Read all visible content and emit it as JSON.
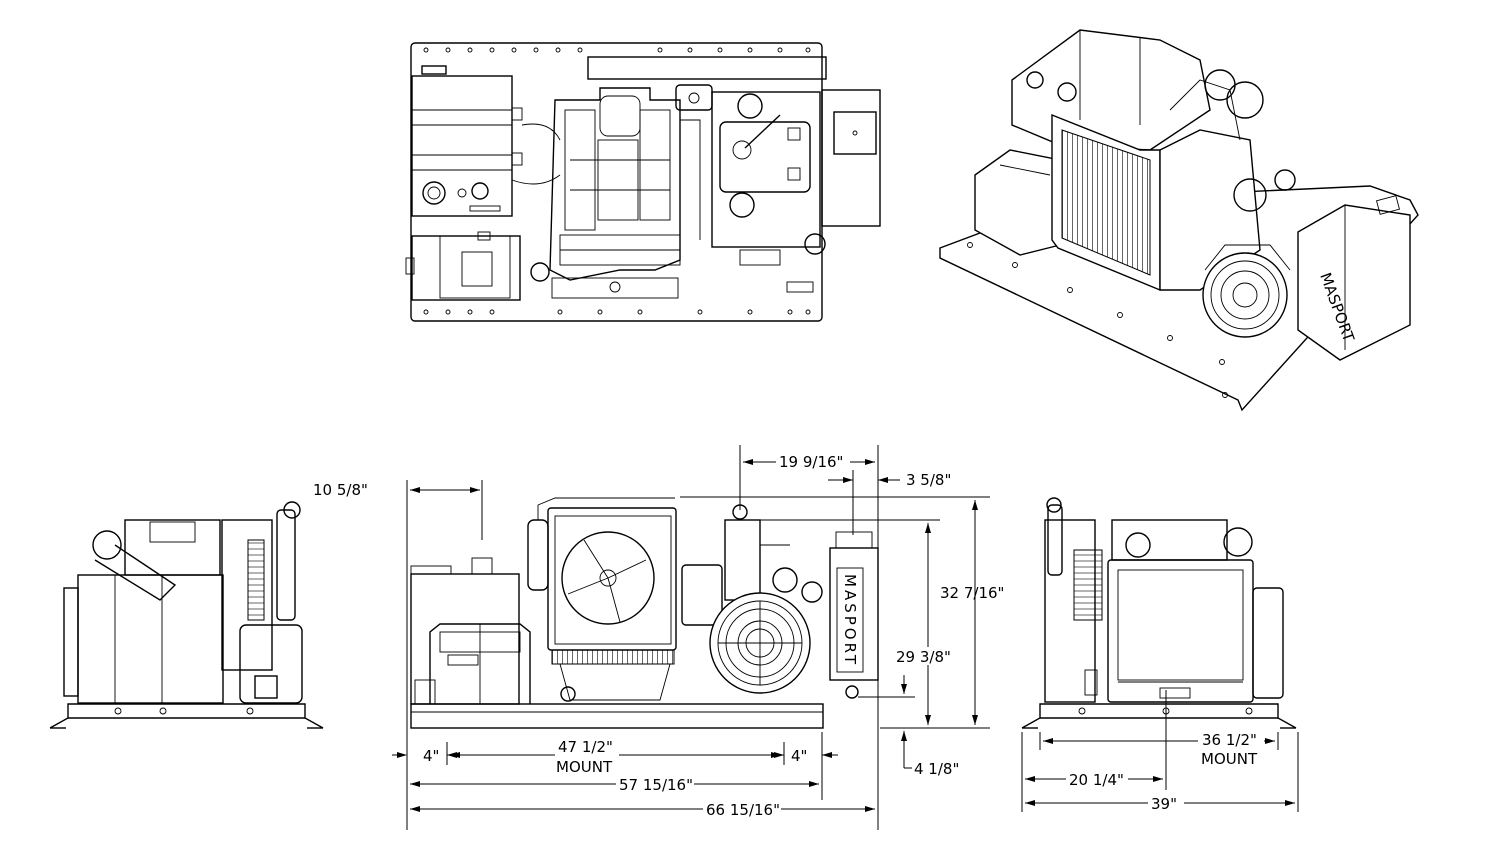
{
  "dimensions": {
    "front_left_offset": "10 5/8\"",
    "top_width": "19 9/16\"",
    "right_offset": "3 5/8\"",
    "overall_height": "32 7/16\"",
    "tank_height": "29 3/8\"",
    "base_height": "4 1/8\"",
    "left_edge_gap": "4\"",
    "mount_span": "47 1/2\"",
    "mount_label": "MOUNT",
    "right_edge_gap": "4\"",
    "frame_length": "57 15/16\"",
    "overall_length": "66 15/16\"",
    "side_mount_span": "36 1/2\"",
    "side_mount_label": "MOUNT",
    "side_offset": "20 1/4\"",
    "side_width": "39\""
  },
  "labels": {
    "brand_vertical": "MASPORT"
  }
}
